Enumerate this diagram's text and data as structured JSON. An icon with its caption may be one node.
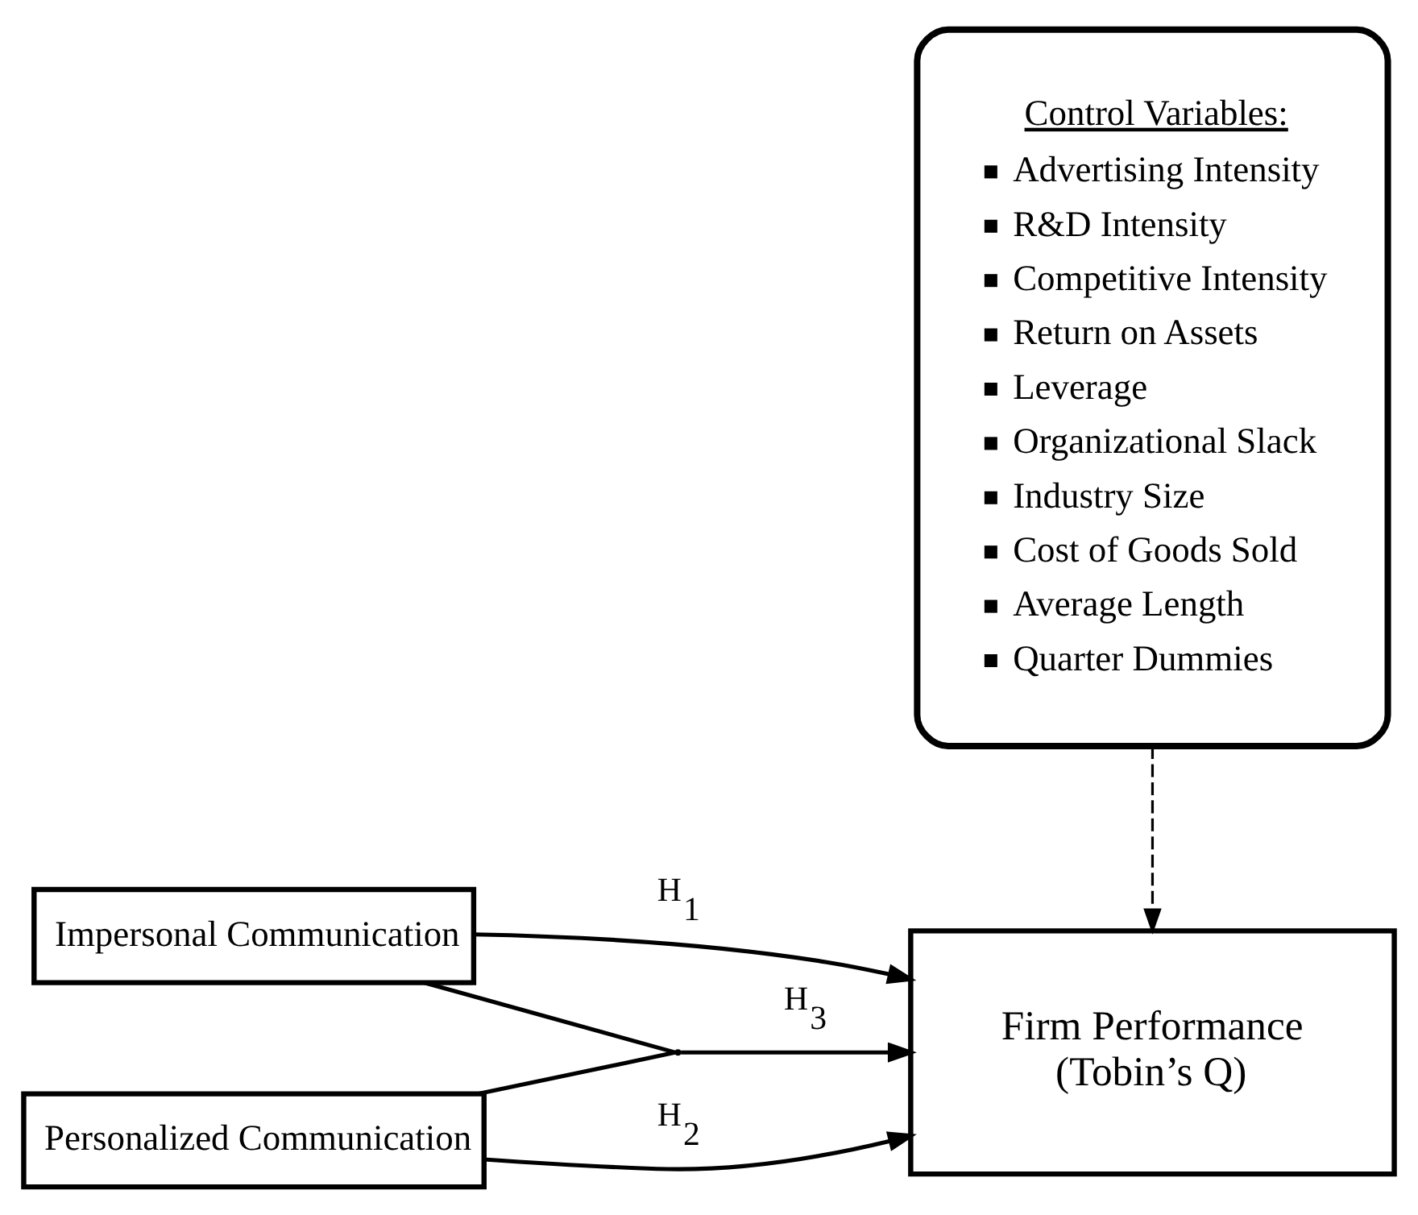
{
  "diagram": {
    "nodes": [
      {
        "text": [
          "Impersonal Communication"
        ]
      },
      {
        "text": [
          "Personalized Communication"
        ]
      },
      {
        "text": [
          "Firm Performance",
          "(Tobin’s Q)"
        ]
      },
      {
        "text": [],
        "shape": "point"
      },
      {
        "text": [
          "Control Variables:",
          "Advertising Intensity",
          "R&D Intensity",
          "Competitive Intensity",
          "Return on Assets",
          "Leverage",
          "Organizational Slack",
          "Industry Size",
          "Cost of Goods Sold",
          "Average Length",
          "Quarter Dummies"
        ]
      }
    ],
    "edges": [
      {
        "from": 0,
        "to": 2,
        "arrow": "to",
        "label": "H$_{1}$"
      },
      {
        "from": 0,
        "to": 3,
        "arrow": "none"
      },
      {
        "from": 1,
        "to": 3,
        "arrow": "none"
      },
      {
        "from": 3,
        "to": 2,
        "arrow": "to",
        "label": "H$_{3}$"
      },
      {
        "from": 1,
        "to": 2,
        "arrow": "to",
        "label": "H$_{2}$"
      },
      {
        "from": 4,
        "to": 2,
        "arrow": "to",
        "style": "dashed"
      }
    ]
  }
}
